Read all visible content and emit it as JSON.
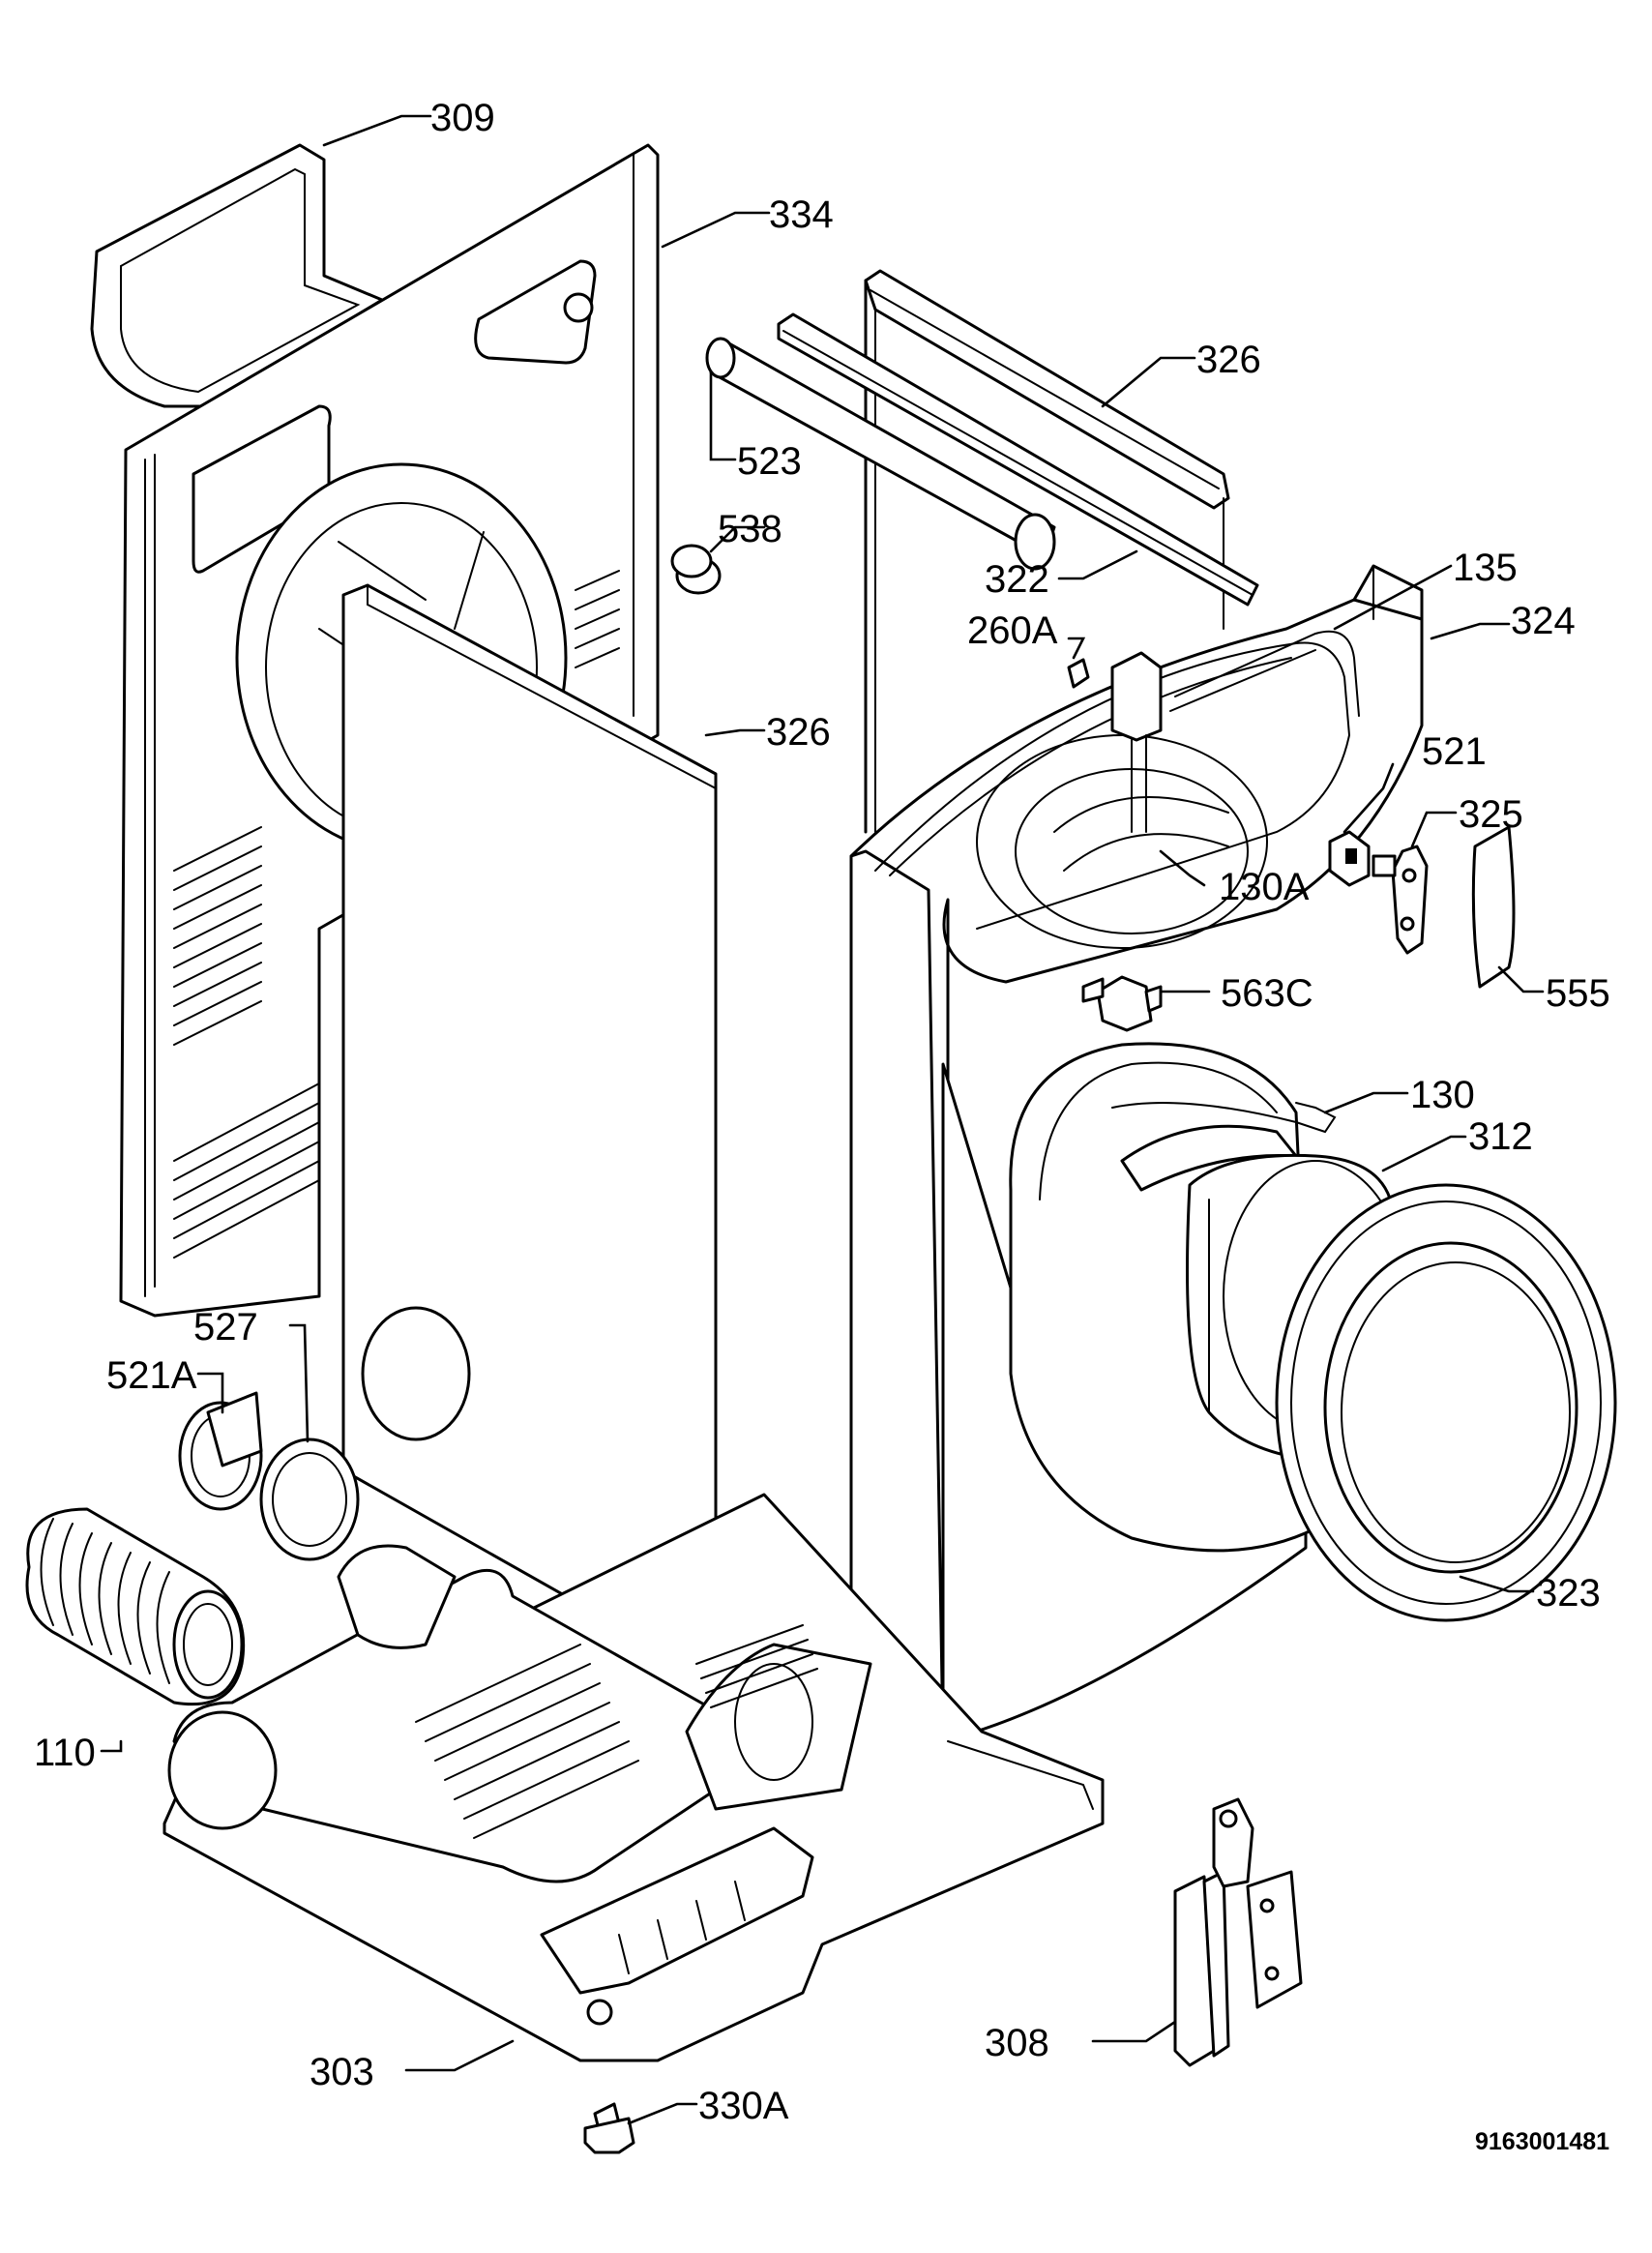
{
  "callouts": [
    {
      "id": "309",
      "text": "309"
    },
    {
      "id": "334",
      "text": "334"
    },
    {
      "id": "326-top",
      "text": "326"
    },
    {
      "id": "523",
      "text": "523"
    },
    {
      "id": "538",
      "text": "538"
    },
    {
      "id": "322",
      "text": "322"
    },
    {
      "id": "135",
      "text": "135"
    },
    {
      "id": "260A",
      "text": "260A"
    },
    {
      "id": "324",
      "text": "324"
    },
    {
      "id": "326-mid",
      "text": "326"
    },
    {
      "id": "521",
      "text": "521"
    },
    {
      "id": "325",
      "text": "325"
    },
    {
      "id": "130A",
      "text": "130A"
    },
    {
      "id": "555",
      "text": "555"
    },
    {
      "id": "563C",
      "text": "563C"
    },
    {
      "id": "130",
      "text": "130"
    },
    {
      "id": "312",
      "text": "312"
    },
    {
      "id": "527",
      "text": "527"
    },
    {
      "id": "521A",
      "text": "521A"
    },
    {
      "id": "323",
      "text": "323"
    },
    {
      "id": "110",
      "text": "110"
    },
    {
      "id": "308",
      "text": "308"
    },
    {
      "id": "303",
      "text": "303"
    },
    {
      "id": "330A",
      "text": "330A"
    }
  ],
  "document_number": "9163001481"
}
